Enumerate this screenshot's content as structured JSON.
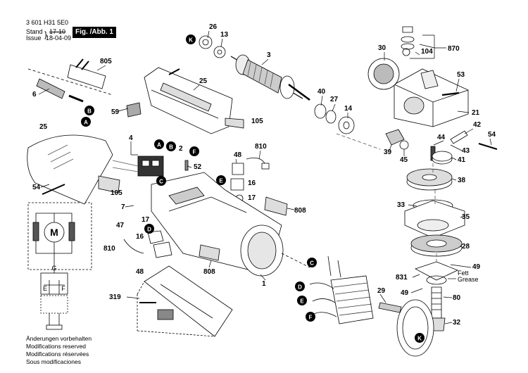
{
  "header": {
    "doc_number": "3 601 H31 5E0",
    "stand_label": "Stand",
    "issue_label": "Issue",
    "stand_value": "17-10",
    "issue_value": "18-04-09",
    "fig_label": "Fig. /Abb. 1"
  },
  "notes": [
    "Änderungen vorbehalten",
    "Modifications reserved",
    "Modifications réservées",
    "Sous modificaciones"
  ],
  "part_numbers": [
    "26",
    "13",
    "3",
    "805",
    "6",
    "59",
    "25",
    "25",
    "105",
    "4",
    "2",
    "48",
    "810",
    "52",
    "54",
    "105",
    "7",
    "17",
    "16",
    "17",
    "47",
    "16",
    "810",
    "48",
    "808",
    "808",
    "1",
    "319",
    "30",
    "104",
    "870",
    "53",
    "40",
    "27",
    "14",
    "21",
    "44",
    "42",
    "54",
    "43",
    "39",
    "45",
    "41",
    "38",
    "33",
    "35",
    "28",
    "49",
    "831",
    "Fett Grease",
    "49",
    "80",
    "29",
    "32"
  ],
  "circle_labels": {
    "A": "A",
    "B": "B",
    "C": "C",
    "D": "D",
    "E": "E",
    "F": "F",
    "K": "K"
  },
  "schematic": {
    "motor_label": "M",
    "g_label": "G",
    "e_label": "E",
    "f_label": "F"
  },
  "colors": {
    "ink": "#000000",
    "fill": "#ffffff",
    "shade": "#cfcfcf",
    "dark": "#3a3a3a"
  }
}
